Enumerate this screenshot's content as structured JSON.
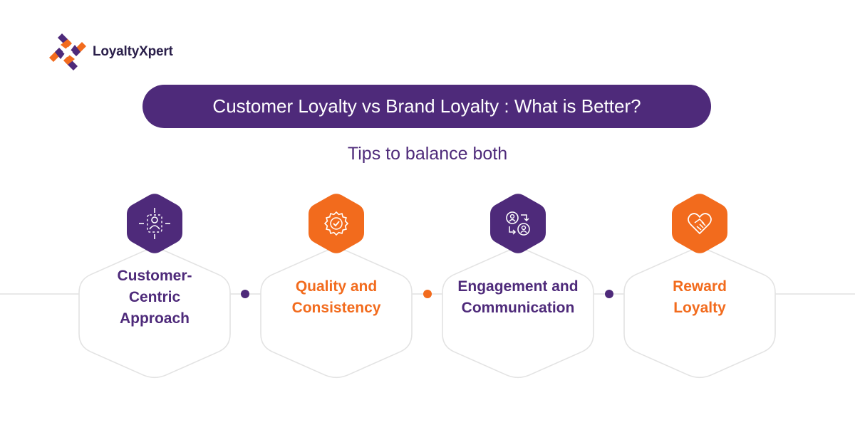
{
  "brand": {
    "name": "LoyaltyXpert"
  },
  "title": "Customer Loyalty vs Brand Loyalty : What is Better?",
  "subtitle": "Tips to balance both",
  "colors": {
    "purple": "#4e2a7a",
    "orange": "#f26b1d",
    "border": "#e3e3e3",
    "line": "#d9d9d9"
  },
  "steps": [
    {
      "label": "Customer-\nCentric\nApproach",
      "icon": "customer-focus-icon",
      "color": "#4e2a7a"
    },
    {
      "label": "Quality and\nConsistency",
      "icon": "quality-badge-icon",
      "color": "#f26b1d"
    },
    {
      "label": "Engagement and\nCommunication",
      "icon": "people-exchange-icon",
      "color": "#4e2a7a"
    },
    {
      "label": "Reward\nLoyalty",
      "icon": "heart-handshake-icon",
      "color": "#f26b1d"
    }
  ]
}
